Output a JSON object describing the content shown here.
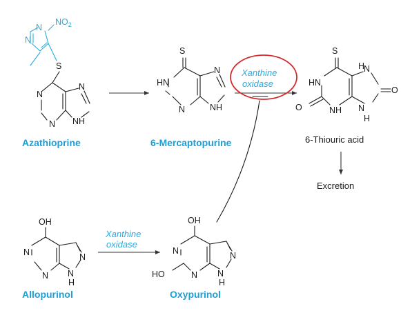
{
  "compounds": {
    "azathioprine": "Azathioprine",
    "mercaptopurine": "6-Mercaptopurine",
    "thiouric": "6-Thiouric acid",
    "allopurinol": "Allopurinol",
    "oxypurinol": "Oxypurinol"
  },
  "steps": {
    "excretion": "Excretion"
  },
  "enzyme": {
    "line1": "Xanthine",
    "line2": "oxidase"
  },
  "atoms": {
    "N": "N",
    "NO2_main": "NO",
    "NO2_sub": "2",
    "S": "S",
    "NH": "NH",
    "HN": "HN",
    "HN_dash": "HN",
    "O": "O",
    "OH": "OH",
    "HO": "HO",
    "H": "H"
  },
  "colors": {
    "accent": "#29abe2",
    "label": "#1b9fd6",
    "highlight_ring": "#d42a2a"
  }
}
